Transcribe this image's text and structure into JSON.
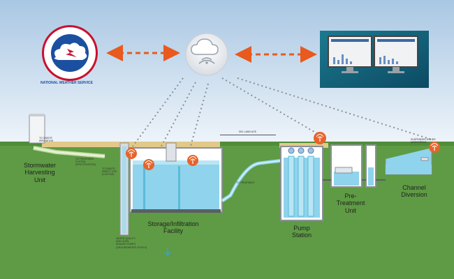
{
  "logo": {
    "text": "NATIONAL WEATHER SERVICE",
    "colors": {
      "ring": "#c8102e",
      "inner": "#1b4fa0",
      "cloud": "#ffffff"
    }
  },
  "icons": {
    "cloud": "cloud-wifi-icon",
    "monitors": "dual-monitor-dashboard-icon",
    "sensor": "radio-transmitter-icon"
  },
  "colors": {
    "sky_top": "#a8c6e2",
    "sky_bottom": "#eaf2fa",
    "ground": "#5e9b44",
    "ground_dark": "#4a8a36",
    "water": "#8fd3ec",
    "water_dark": "#5cbad9",
    "pipe": "#d7e9b8",
    "road": "#e2c98a",
    "arrow": "#e85a1e",
    "sensor": "#e8632a"
  },
  "labels": {
    "harvesting": "Stormwater\nHarvesting\nUnit",
    "storage": "Storage/Infiltration\nFacility",
    "pump": "Pump\nStation",
    "pretreatment": "Pre-\nTreatment\nUnit",
    "channel": "Channel\nDiversion"
  },
  "small_text": {
    "t1": "TO ONSITE\nIRRIGATION",
    "t2": "TO TREATMENT\nSYSTEM\n(SPECIFICATION)",
    "t3": "TO ONSITE\nDIRECT USE\n(CUSTOM)",
    "t4": "WATER QUALITY\nAND LEVEL\nSENSOR PUMPS\n(GROUNDWATER LEVELS)",
    "t5": "TO TREATMENT",
    "t6": "DEL LAND ACE",
    "t7": "SUSPENDED SOLIDS\nMONITORING"
  }
}
